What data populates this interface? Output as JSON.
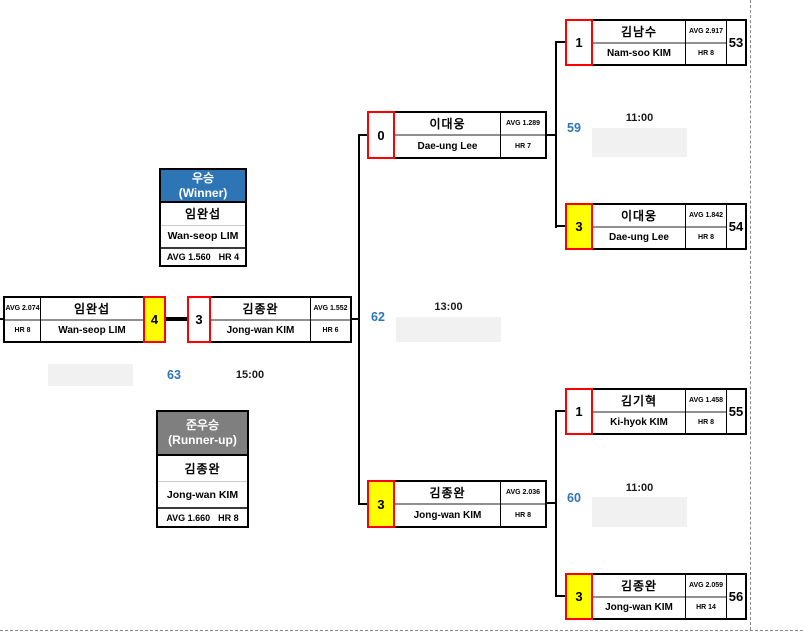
{
  "colors": {
    "accent_blue": "#2E75B6",
    "header_gray": "#7F7F7F",
    "win_yellow": "#FFFF00",
    "score_red": "#FF0000",
    "placeholder_gray": "#F1F1F1",
    "divider_gray": "#909090",
    "line_black": "#000000"
  },
  "champion": {
    "title_ko": "우승",
    "title_en": "(Winner)",
    "name_ko": "임완섭",
    "name_en": "Wan-seop LIM",
    "avg": "AVG 1.560",
    "hr": "HR 4"
  },
  "runner_up": {
    "title_ko": "준우승",
    "title_en": "(Runner-up)",
    "name_ko": "김종완",
    "name_en": "Jong-wan KIM",
    "avg": "AVG 1.660",
    "hr": "HR 8"
  },
  "cards": {
    "final_left": {
      "avg": "AVG 2.074",
      "hr": "HR 8",
      "name_ko": "임완섭",
      "name_en": "Wan-seop LIM",
      "score": "4"
    },
    "final_right": {
      "score": "3",
      "name_ko": "김종완",
      "name_en": "Jong-wan KIM",
      "avg": "AVG 1.552",
      "hr": "HR 6"
    },
    "sf_top": {
      "score": "0",
      "name_ko": "이대웅",
      "name_en": "Dae-ung Lee",
      "avg": "AVG 1.289",
      "hr": "HR 7"
    },
    "sf_bottom": {
      "score": "3",
      "name_ko": "김종완",
      "name_en": "Jong-wan KIM",
      "avg": "AVG 2.036",
      "hr": "HR 8"
    },
    "c53": {
      "no": "53",
      "score": "1",
      "name_ko": "김남수",
      "name_en": "Nam-soo KIM",
      "avg": "AVG 2.917",
      "hr": "HR 8"
    },
    "c54": {
      "no": "54",
      "score": "3",
      "name_ko": "이대웅",
      "name_en": "Dae-ung Lee",
      "avg": "AVG 1.842",
      "hr": "HR 8"
    },
    "c55": {
      "no": "55",
      "score": "1",
      "name_ko": "김기혁",
      "name_en": "Ki-hyok KIM",
      "avg": "AVG 1.458",
      "hr": "HR 8"
    },
    "c56": {
      "no": "56",
      "score": "3",
      "name_ko": "김종완",
      "name_en": "Jong-wan KIM",
      "avg": "AVG 2.059",
      "hr": "HR 14"
    }
  },
  "schedules": {
    "s59": {
      "number": "59",
      "time": "11:00"
    },
    "s60": {
      "number": "60",
      "time": "11:00"
    },
    "s62": {
      "number": "62",
      "time": "13:00"
    },
    "s63": {
      "number": "63",
      "time": "15:00"
    }
  }
}
